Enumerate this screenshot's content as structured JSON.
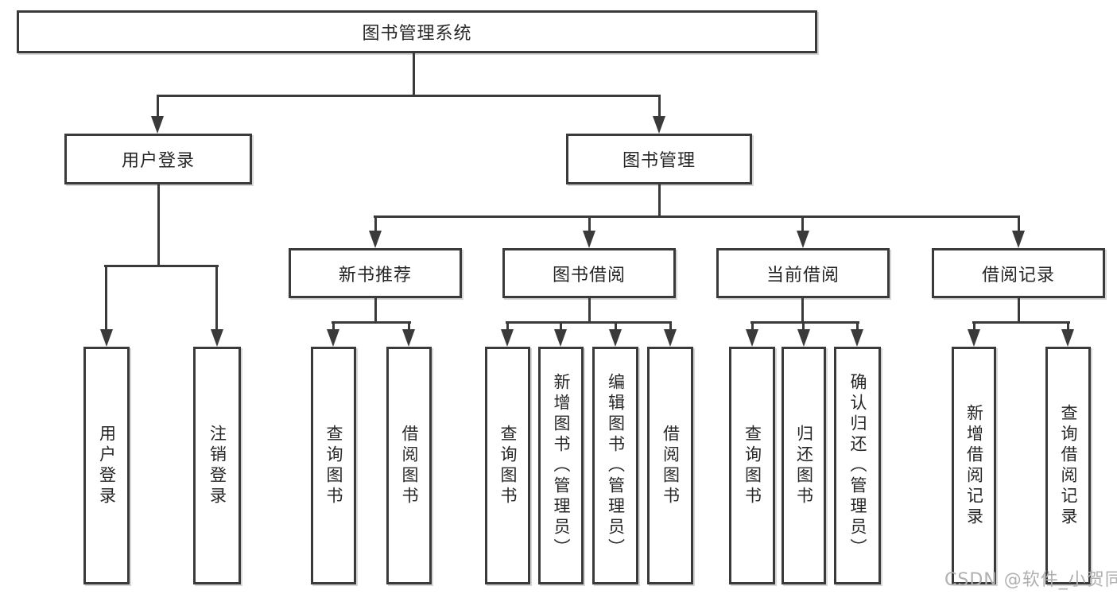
{
  "tree": {
    "label": "图书管理系统",
    "children": [
      {
        "label": "用户登录",
        "children": [
          {
            "label": "用户登录"
          },
          {
            "label": "注销登录"
          }
        ]
      },
      {
        "label": "图书管理",
        "children": [
          {
            "label": "新书推荐",
            "children": [
              {
                "label": "查询图书"
              },
              {
                "label": "借阅图书"
              }
            ]
          },
          {
            "label": "图书借阅",
            "children": [
              {
                "label": "查询图书"
              },
              {
                "label": "新增图书（管理员）"
              },
              {
                "label": "编辑图书（管理员）"
              },
              {
                "label": "借阅图书"
              }
            ]
          },
          {
            "label": "当前借阅",
            "children": [
              {
                "label": "查询图书"
              },
              {
                "label": "归还图书"
              },
              {
                "label": "确认归还（管理员）"
              }
            ]
          },
          {
            "label": "借阅记录",
            "children": [
              {
                "label": "新增借阅记录"
              },
              {
                "label": "查询借阅记录"
              }
            ]
          }
        ]
      }
    ]
  },
  "watermark": {
    "text": "CSDN @软件_小贺同学"
  },
  "colors": {
    "line": "#3a3a3a",
    "text": "#262626",
    "watermark": "#b0b0b0",
    "background": "#ffffff"
  }
}
